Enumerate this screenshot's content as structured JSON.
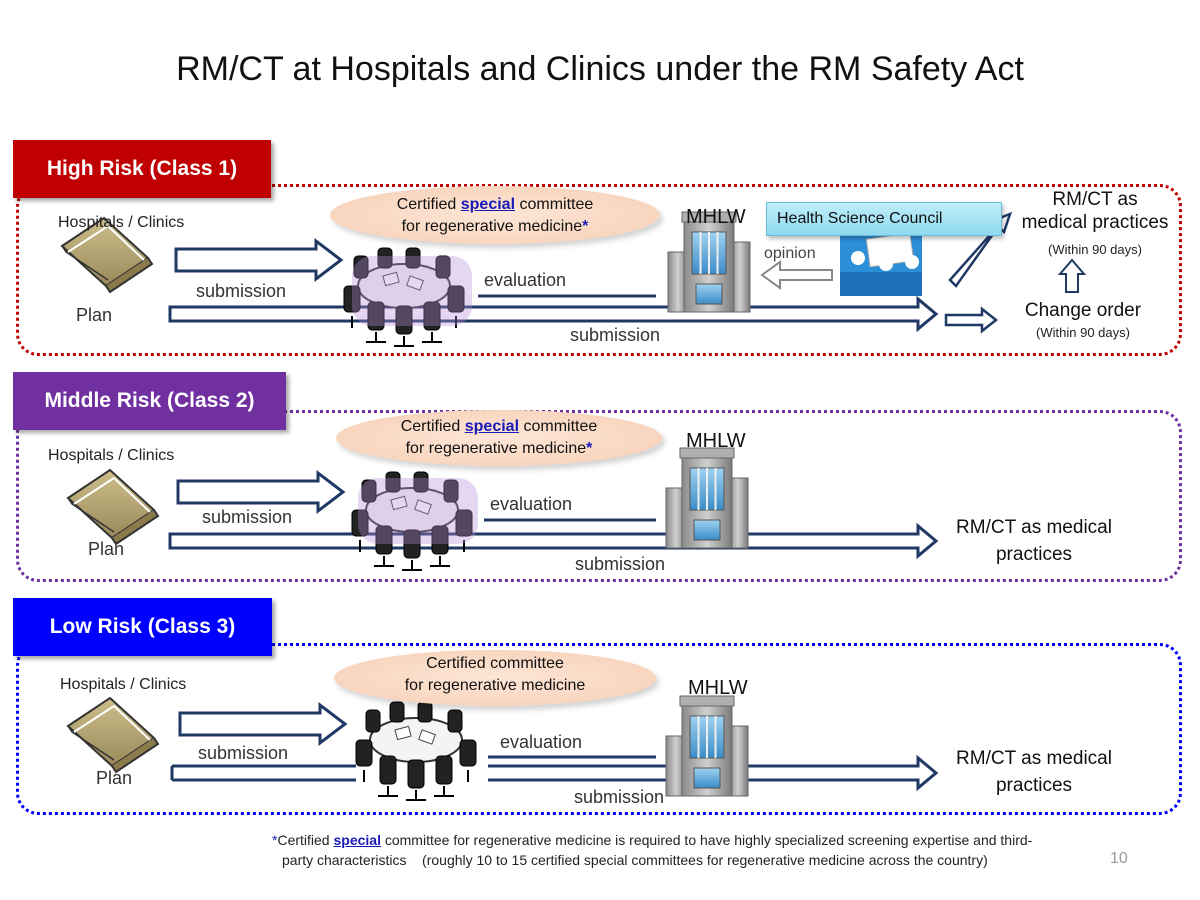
{
  "title": "RM/CT at Hospitals and Clinics under the RM Safety Act",
  "colors": {
    "high": "#c00000",
    "middle": "#7030a0",
    "low": "#0000ff",
    "arrow": "#1f3864"
  },
  "high": {
    "label": "High Risk (Class 1)",
    "hospitals": "Hospitals / Clinics",
    "plan": "Plan",
    "committee_a": "Certified ",
    "committee_special": "special",
    "committee_b": " committee",
    "committee_c": "for regenerative medicine",
    "committee_star": "*",
    "mhlw": "MHLW",
    "hsc": "Health Science Council",
    "opinion": "opinion",
    "submission_top": "submission",
    "evaluation": "evaluation",
    "submission_bottom": "submission",
    "practice_line1": "RM/CT as",
    "practice_line2": "medical practices",
    "practice_note": "(Within 90 days)",
    "change_order": "Change order",
    "change_note": "(Within 90 days)"
  },
  "middle": {
    "label": "Middle Risk (Class 2)",
    "hospitals": "Hospitals / Clinics",
    "plan": "Plan",
    "committee_a": "Certified ",
    "committee_special": "special",
    "committee_b": " committee",
    "committee_c": "for regenerative medicine",
    "committee_star": "*",
    "mhlw": "MHLW",
    "submission_top": "submission",
    "evaluation": "evaluation",
    "submission_bottom": "submission",
    "practice_line1": "RM/CT as medical",
    "practice_line2": "practices"
  },
  "low": {
    "label": "Low Risk (Class 3)",
    "hospitals": "Hospitals / Clinics",
    "plan": "Plan",
    "committee_line1": "Certified committee",
    "committee_line2": "for regenerative medicine",
    "mhlw": "MHLW",
    "submission_top": "submission",
    "evaluation": "evaluation",
    "submission_bottom": "submission",
    "practice_line1": "RM/CT as medical",
    "practice_line2": "practices"
  },
  "footnote": {
    "star": "*",
    "a": "Certified ",
    "special": "special",
    "b": " committee for regenerative medicine is required to have highly specialized screening expertise and third-",
    "line2": "party characteristics    (roughly 10 to 15 certified special committees for regenerative medicine across the country)"
  },
  "page_number": "10"
}
